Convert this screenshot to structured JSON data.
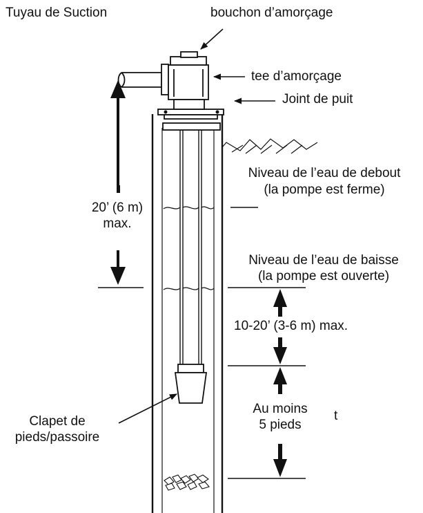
{
  "labels": {
    "suction_pipe": "Tuyau de Suction",
    "priming_plug": "bouchon d’amorçage",
    "priming_tee": "tee d’amorçage",
    "well_seal": "Joint de puit",
    "static_level_1": "Niveau de l’eau de debout",
    "static_level_2": "(la pompe est ferme)",
    "max_lift_1": "20’ (6 m)",
    "max_lift_2": "max.",
    "drawdown_level_1": "Niveau de l’eau de baisse",
    "drawdown_level_2": "(la pompe est ouverte)",
    "drawdown_range": "10-20’ (3-6 m) max.",
    "min_depth_1": "Au moins",
    "min_depth_2": "5 pieds",
    "stray_mark": "t",
    "foot_valve_1": "Clapet de",
    "foot_valve_2": "pieds/passoire"
  },
  "colors": {
    "line": "#111111",
    "background": "#ffffff"
  }
}
